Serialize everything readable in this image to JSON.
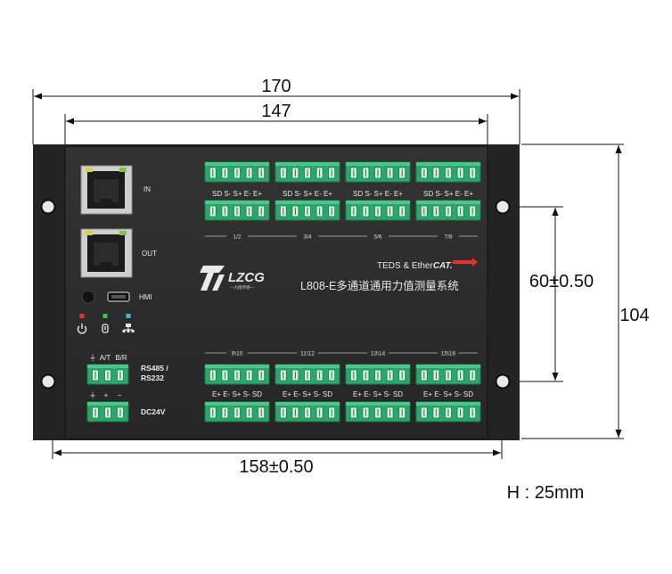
{
  "dimensions": {
    "total_width": "170",
    "inner_width": "147",
    "mount_spacing": "158±0.50",
    "height": "104",
    "hole_spacing": "60±0.50",
    "thickness": "H : 25mm"
  },
  "ports": {
    "in": "IN",
    "out": "OUT",
    "hmi": "HMI",
    "rs485_line1": "RS485 /",
    "rs485_line2": "RS232",
    "rs485_pins": [
      "⏚",
      "A/T",
      "B/R"
    ],
    "power_pins": [
      "⏚",
      "+",
      "−"
    ],
    "dc24v": "DC24V"
  },
  "status_icons": [
    "power-icon",
    "run-icon",
    "network-icon"
  ],
  "status_colors": [
    "#e0342c",
    "#3cc24a",
    "#3fb6e0"
  ],
  "product": {
    "teds": "TEDS & Ether",
    "ethercat_suffix": "CAT.",
    "model": "L808-E多通道通用力值测量系统",
    "logo_text": "LZCG",
    "logo_sub": "—力值传感—"
  },
  "channels": {
    "top_pins": "SD S- S+ E- E+",
    "bottom_pins": "E+ E- S+ S- SD",
    "top_groups": [
      "1/2",
      "3/4",
      "5/6",
      "7/8"
    ],
    "bottom_groups": [
      "9\\10",
      "11\\12",
      "13\\14",
      "15\\16"
    ]
  },
  "colors": {
    "panel": "#2b2b2b",
    "terminal": "#2aa86a"
  }
}
